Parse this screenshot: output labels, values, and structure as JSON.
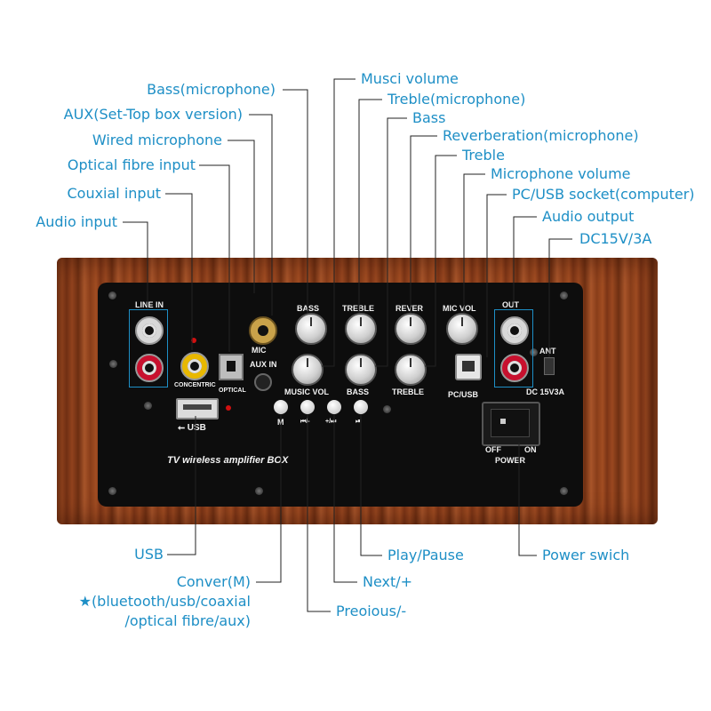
{
  "callouts": {
    "bass_mic": "Bass(microphone)",
    "aux_stb": "AUX(Set-Top box version)",
    "wired_mic": "Wired microphone",
    "optical_in": "Optical fibre input",
    "coaxial_in": "Couxial input",
    "audio_in": "Audio input",
    "music_volume": "Musci volume",
    "treble_mic": "Treble(microphone)",
    "bass": "Bass",
    "reverb_mic": "Reverberation(microphone)",
    "treble": "Treble",
    "mic_volume": "Microphone volume",
    "pc_usb_socket": "PC/USB socket(computer)",
    "audio_out": "Audio output",
    "dc": "DC15V/3A",
    "usb": "USB",
    "conver": "Conver(M)",
    "conver_note_1": "★(bluetooth/usb/coaxial",
    "conver_note_2": "/optical fibre/aux)",
    "previous": "Preoious/-",
    "next": "Next/+",
    "play_pause": "Play/Pause",
    "power_switch": "Power swich"
  },
  "panel": {
    "line_in": "LINE IN",
    "mic": "MIC",
    "aux_in": "AUX IN",
    "bass_top": "BASS",
    "treble_top": "TREBLE",
    "rever": "REVER",
    "mic_vol": "MIC VOL",
    "out": "OUT",
    "ant": "ANT",
    "concentric": "CONCENTRIC",
    "optical": "OPTICAL",
    "music_vol": "MUSIC VOL",
    "bass_bottom": "BASS",
    "treble_bottom": "TREBLE",
    "pc_usb": "PC/USB",
    "dc": "DC 15V3A",
    "usb": "USB",
    "btn_m": "M",
    "btn_prev": "⏮/-",
    "btn_next": "+/⏭",
    "btn_play": "⏯",
    "off": "OFF",
    "on": "ON",
    "power": "POWER",
    "product": "TV wireless amplifier BOX"
  },
  "colors": {
    "callout": "#1e8fc6",
    "panel": "#0d0d0d",
    "wood": "#8a3f1a"
  }
}
